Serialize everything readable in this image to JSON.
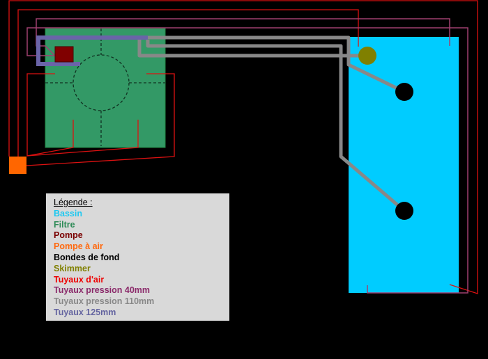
{
  "legend": {
    "title": "Légende :",
    "items": [
      {
        "label": "Bassin",
        "color": "#1ec8f0"
      },
      {
        "label": "Filtre",
        "color": "#2e8b57"
      },
      {
        "label": "Pompe",
        "color": "#7a0000"
      },
      {
        "label": "Pompe à air",
        "color": "#ff6a10"
      },
      {
        "label": "Bondes de fond",
        "color": "#000000"
      },
      {
        "label": "Skimmer",
        "color": "#808000"
      },
      {
        "label": "Tuyaux d'air",
        "color": "#ee0000"
      },
      {
        "label": "Tuyaux pression 40mm",
        "color": "#8b2a6a"
      },
      {
        "label": "Tuyaux pression 110mm",
        "color": "#888888"
      },
      {
        "label": "Tuyaux 125mm",
        "color": "#6464a0"
      }
    ]
  },
  "colors": {
    "basin": "#00ccff",
    "filter": "#339966",
    "pump": "#800000",
    "air_pump": "#ff6600",
    "skimmer": "#808000",
    "air_pipe": "#dd1111",
    "pipe_40": "#a04070",
    "pipe_110": "#888888",
    "pipe_125": "#6a64a8"
  }
}
